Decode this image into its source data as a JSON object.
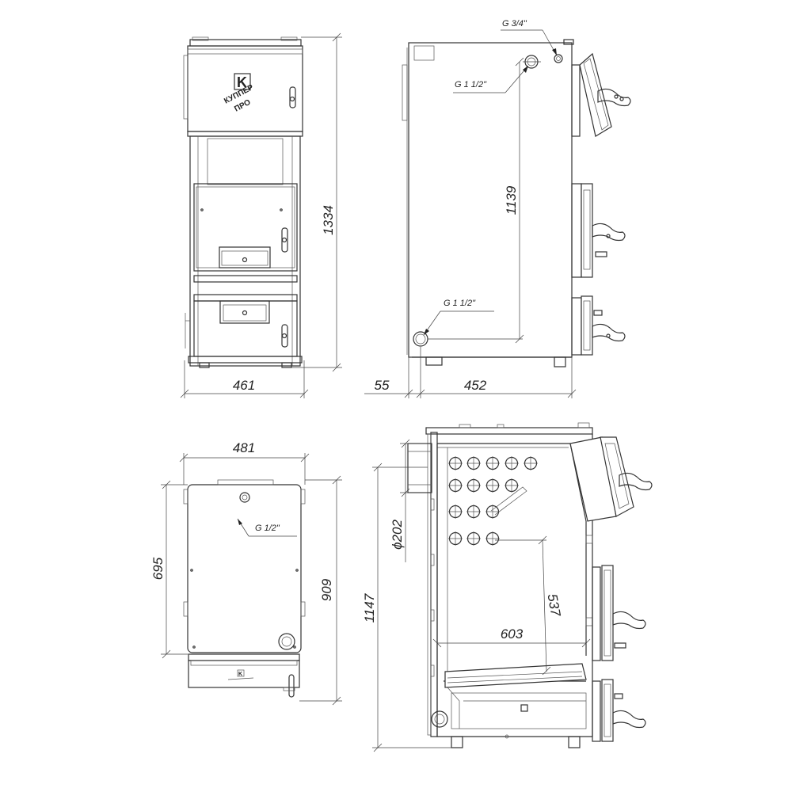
{
  "brand": {
    "logo_letter": "K",
    "name_line1": "КУППЕР",
    "name_line2": "ПРО"
  },
  "front_view": {
    "height_dim": "1334",
    "width_dim": "461"
  },
  "side_view": {
    "thread_top_small": "G 3/4\"",
    "thread_top_large": "G 1 1/2\"",
    "thread_bottom": "G 1 1/2\"",
    "axis_distance": "1139",
    "offset_dim": "55",
    "depth_dim": "452"
  },
  "top_view": {
    "width_dim": "481",
    "depth_left_dim": "695",
    "depth_right_dim": "909",
    "thread_label": "G 1/2\""
  },
  "section_view": {
    "height_dim": "1147",
    "diameter_dim": "ϕ202",
    "depth_dim": "603",
    "height_inner_dim": "537"
  }
}
